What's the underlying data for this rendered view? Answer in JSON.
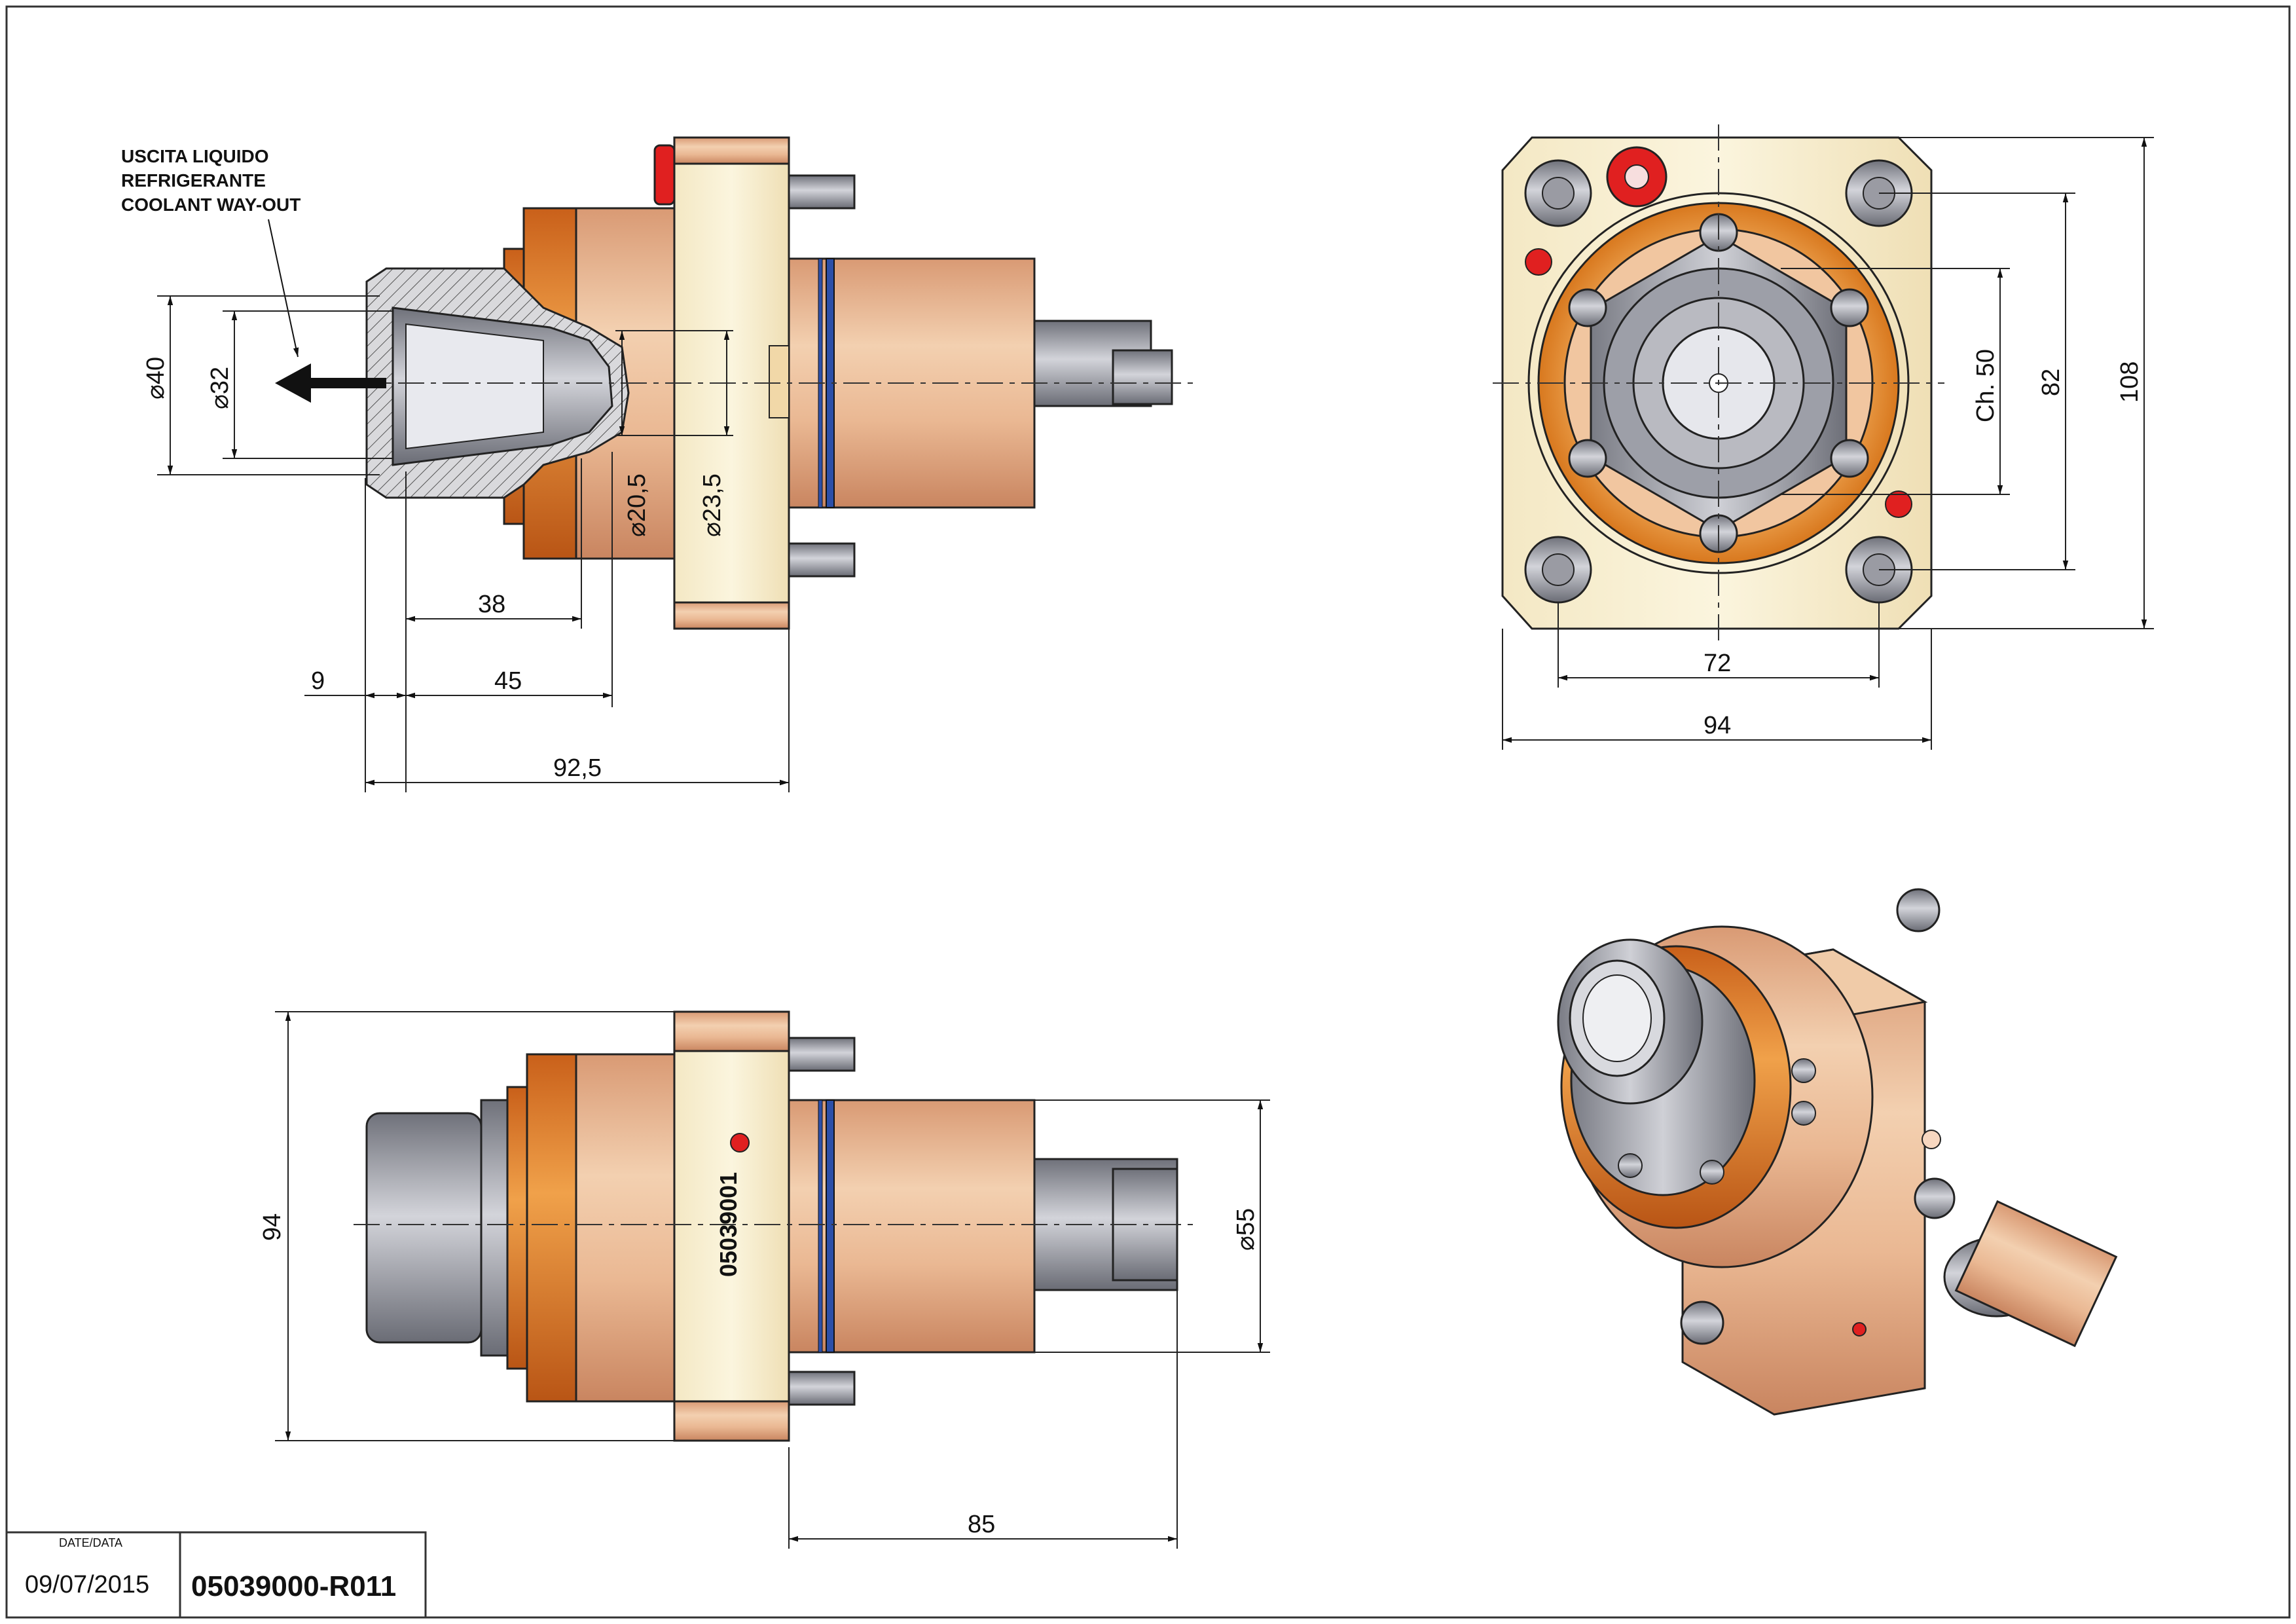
{
  "note": {
    "line1": "USCITA LIQUIDO",
    "line2": "REFRIGERANTE",
    "line3": "COOLANT WAY-OUT"
  },
  "dimensions": {
    "dia_40": "40",
    "dia_32": "32",
    "dia_20_5": "20,5",
    "dia_23_5": "23,5",
    "len_38": "38",
    "len_9": "9",
    "len_45": "45",
    "len_92_5": "92,5",
    "ch_50": "Ch. 50",
    "v_82": "82",
    "v_108": "108",
    "h_72": "72",
    "h_94_top": "94",
    "v_94_bottom": "94",
    "dia_55": "55",
    "len_85": "85",
    "diameter_symbol": "⌀"
  },
  "part_marking": "05039001",
  "title_block": {
    "date_label": "DATE/DATA",
    "date_value": "09/07/2015",
    "drawing_code": "05039000-R011"
  },
  "colors": {
    "body_light": "#f6ecc9",
    "body_copper": "#e2a57a",
    "flange_orange": "#e07a20",
    "collet_grey": "#8d8f98",
    "seal_blue": "#2c4fa8",
    "plug_red": "#e02020"
  }
}
